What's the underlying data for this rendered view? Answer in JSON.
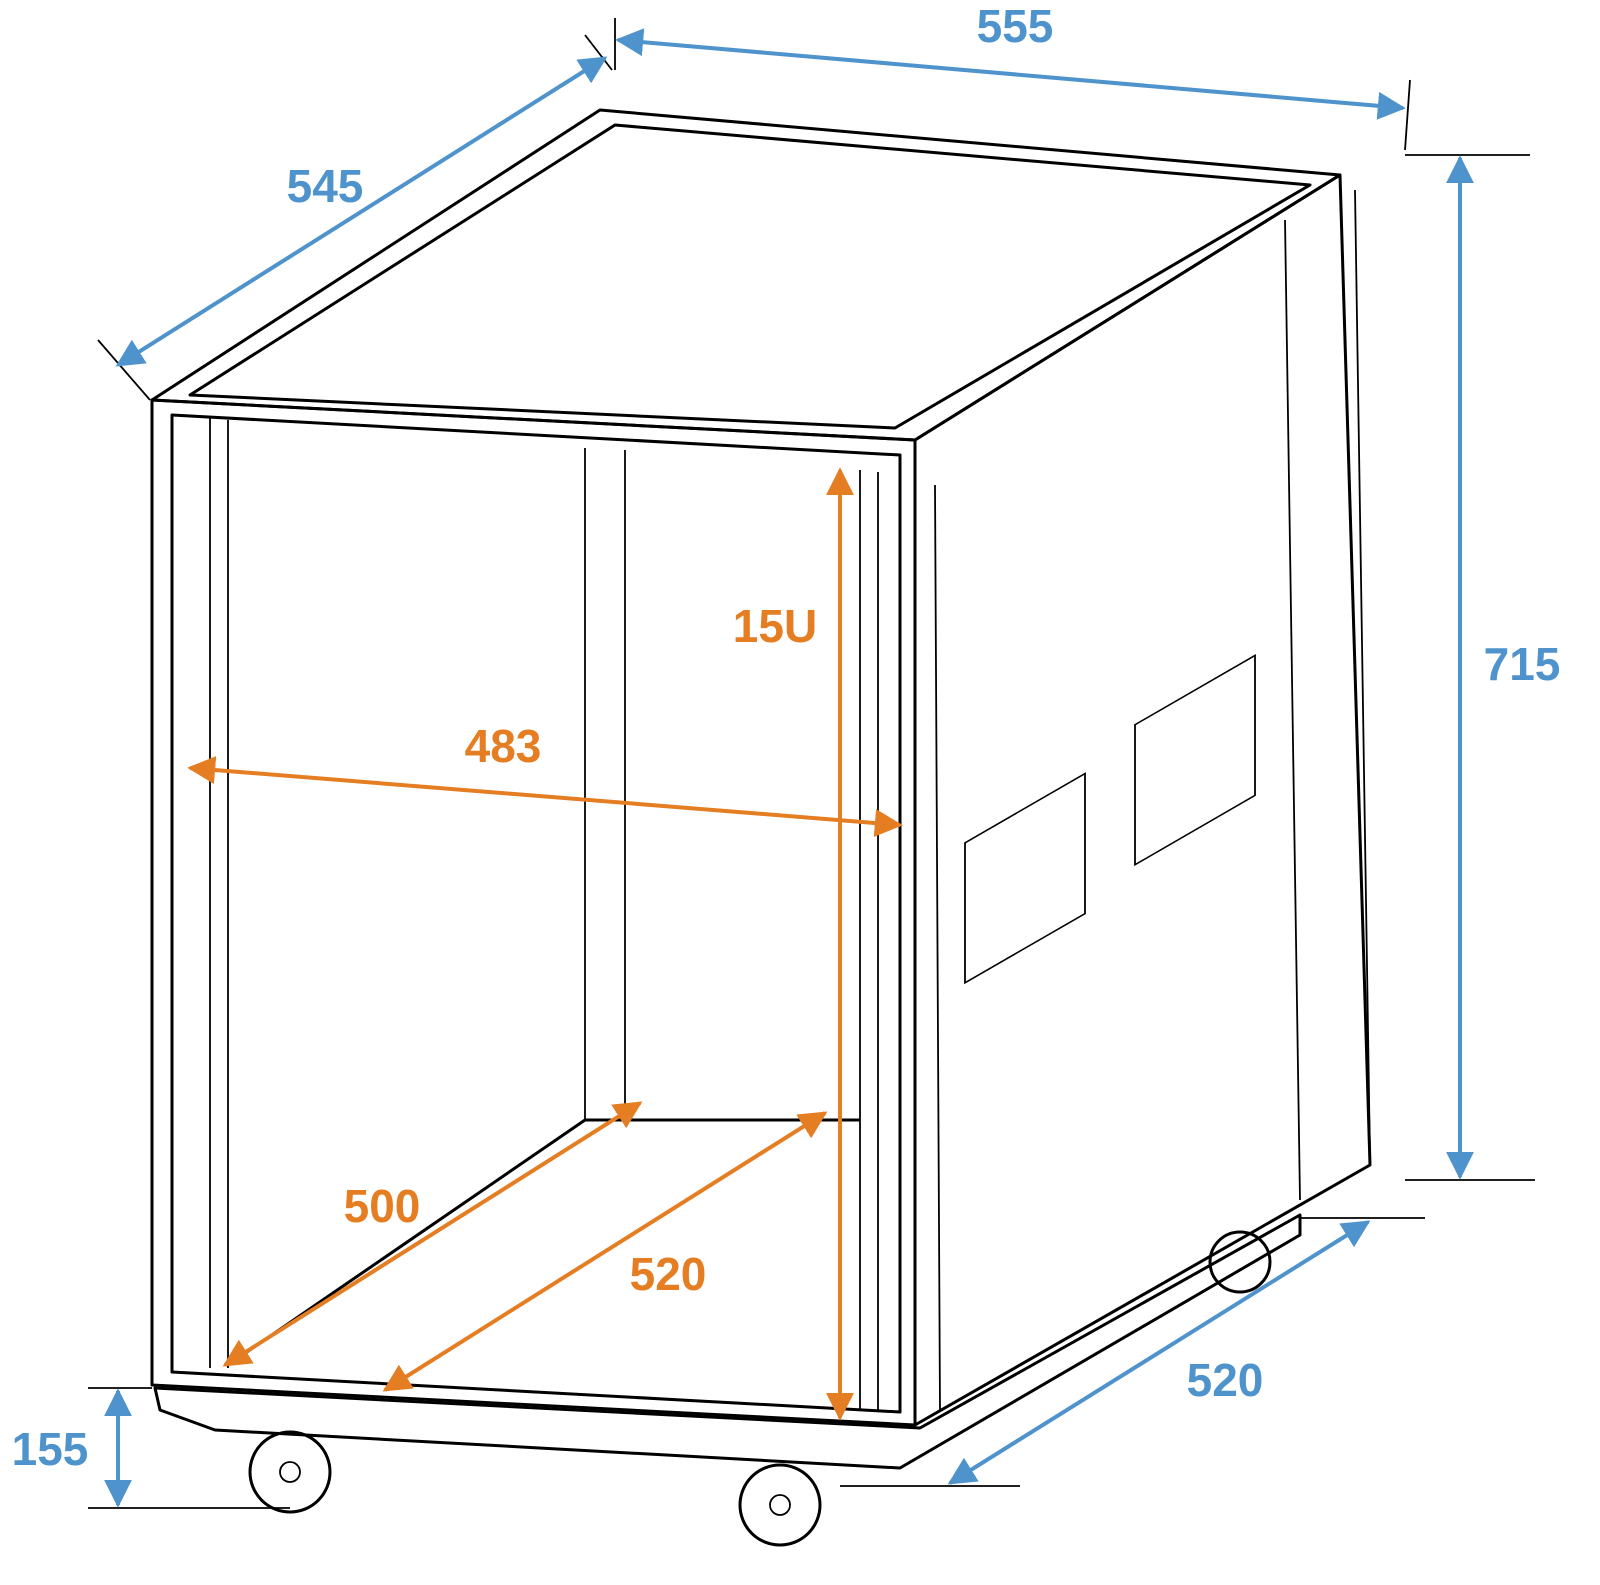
{
  "colors": {
    "outer_dimension": "#4f93cc",
    "inner_dimension": "#e57d22",
    "line": "#000000"
  },
  "dimensions": {
    "width": "555",
    "depth": "545",
    "height": "715",
    "wheel_height": "155",
    "bottom_depth": "520"
  },
  "inner_dimensions": {
    "rack_width": "483",
    "rack_units": "15U",
    "inner_depth": "500",
    "mounting_depth": "520"
  }
}
